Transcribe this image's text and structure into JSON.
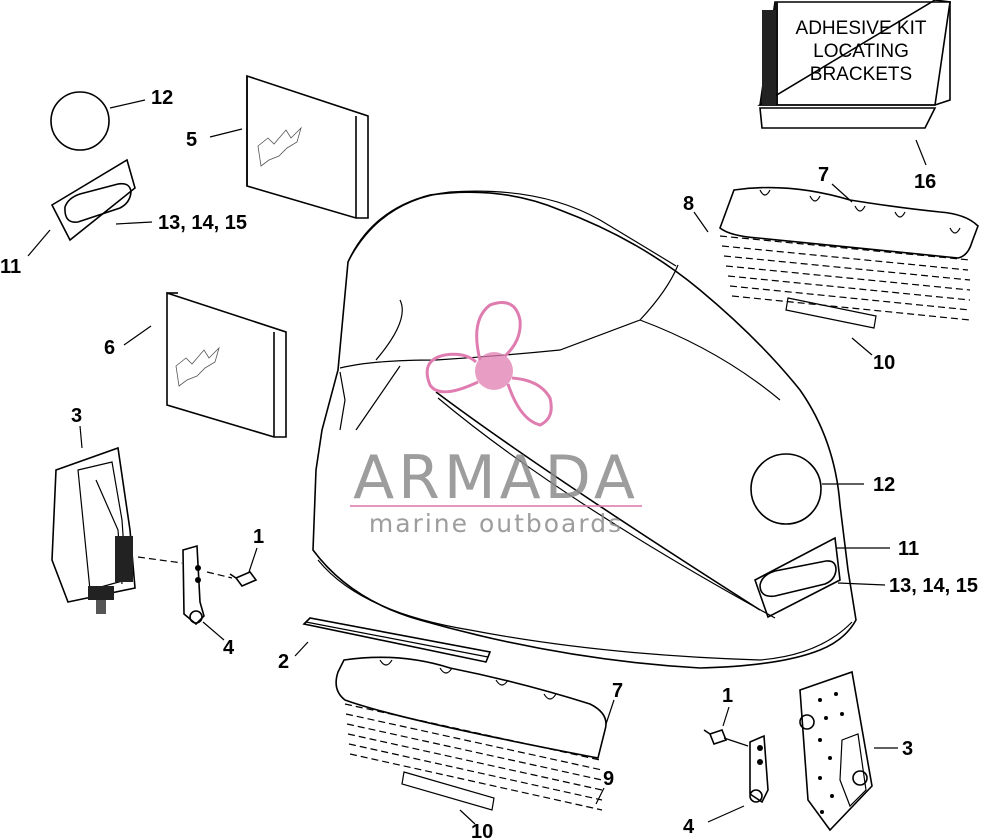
{
  "kit_box": {
    "line1": "ADHESIVE KIT",
    "line2": "LOCATING",
    "line3": "BRACKETS"
  },
  "watermark": {
    "brand": "ARMADA",
    "tagline": "marine outboards",
    "accent_color": "#e07db0"
  },
  "callouts": {
    "c1a": "1",
    "c1b": "1",
    "c2": "2",
    "c3a": "3",
    "c3b": "3",
    "c4a": "4",
    "c4b": "4",
    "c5": "5",
    "c6": "6",
    "c7a": "7",
    "c7b": "7",
    "c8": "8",
    "c9": "9",
    "c10a": "10",
    "c10b": "10",
    "c11a": "11",
    "c11b": "11",
    "c12a": "12",
    "c12b": "12",
    "c13a": "13, 14, 15",
    "c13b": "13, 14, 15",
    "c16": "16"
  }
}
